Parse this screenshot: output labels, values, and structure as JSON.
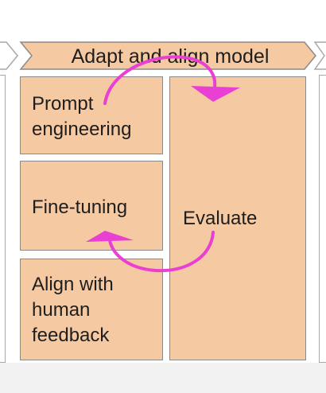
{
  "colors": {
    "box_fill": "#f5c9a1",
    "box_border": "#8a8a8a",
    "arrow": "#e93fd3",
    "banner_fill": "#f5c9a1"
  },
  "banner": {
    "label": "Adapt and align model"
  },
  "stages": [
    {
      "label": "Prompt\nengineering"
    },
    {
      "label": "Fine-tuning"
    },
    {
      "label": "Align with\nhuman\nfeedback"
    }
  ],
  "evaluate": {
    "label": "Evaluate"
  },
  "arrows": [
    {
      "name": "arrow-to-evaluate",
      "from": "Prompt engineering",
      "to": "Evaluate"
    },
    {
      "name": "arrow-to-fine-tuning",
      "from": "Evaluate",
      "to": "Fine-tuning"
    }
  ]
}
